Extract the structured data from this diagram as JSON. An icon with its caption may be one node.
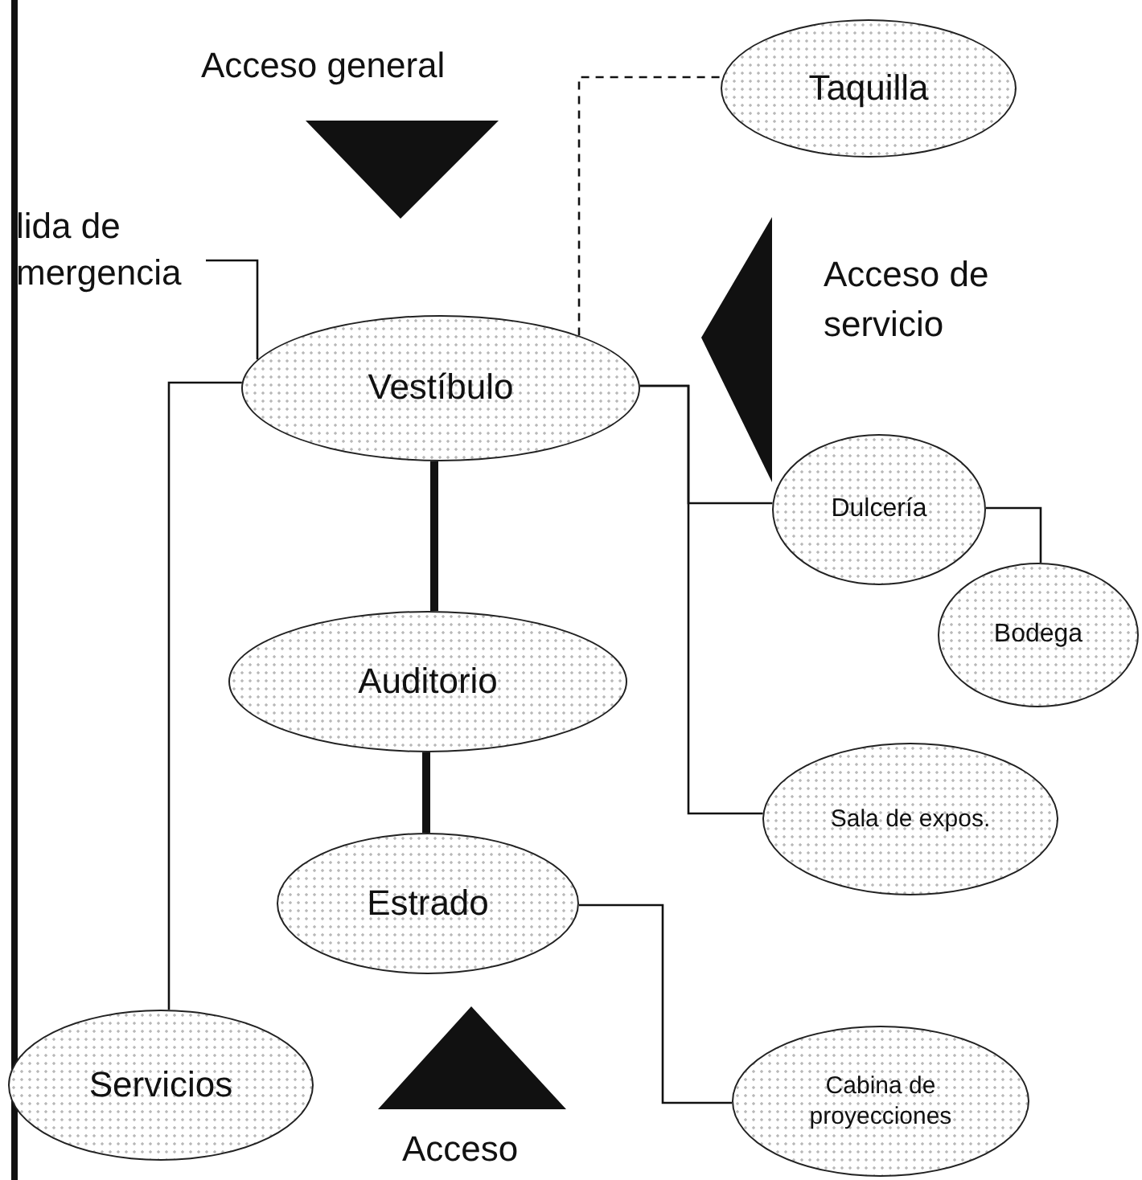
{
  "diagram": {
    "nodes": [
      {
        "text": [
          "Taquilla"
        ]
      },
      {
        "text": [
          "lida de mergencia"
        ]
      },
      {
        "text": [
          "Vestíbulo"
        ]
      },
      {
        "text": [
          "Dulcería"
        ]
      },
      {
        "text": [
          "Bodega"
        ]
      },
      {
        "text": [
          "Auditorio"
        ]
      },
      {
        "text": [
          "Sala de expos."
        ]
      },
      {
        "text": [
          "Estrado"
        ]
      },
      {
        "text": [
          "Servicios"
        ]
      },
      {
        "text": [
          "Cabina de proyecciones"
        ]
      }
    ],
    "edges": [
      {
        "from": 2,
        "to": 0,
        "arrow": "none",
        "style": "dashed"
      },
      {
        "from": 1,
        "to": 2,
        "arrow": "none"
      },
      {
        "from": 2,
        "to": 8,
        "arrow": "none"
      },
      {
        "from": 2,
        "to": 5,
        "arrow": "none",
        "style": "thick"
      },
      {
        "from": 5,
        "to": 7,
        "arrow": "none",
        "style": "thick"
      },
      {
        "from": 2,
        "to": 3,
        "arrow": "none"
      },
      {
        "from": 2,
        "to": 6,
        "arrow": "none"
      },
      {
        "from": 3,
        "to": 4,
        "arrow": "none"
      },
      {
        "from": 7,
        "to": 9,
        "arrow": "none"
      }
    ],
    "labels": [
      "Acceso general",
      "Acceso de servicio",
      "Acceso"
    ]
  }
}
